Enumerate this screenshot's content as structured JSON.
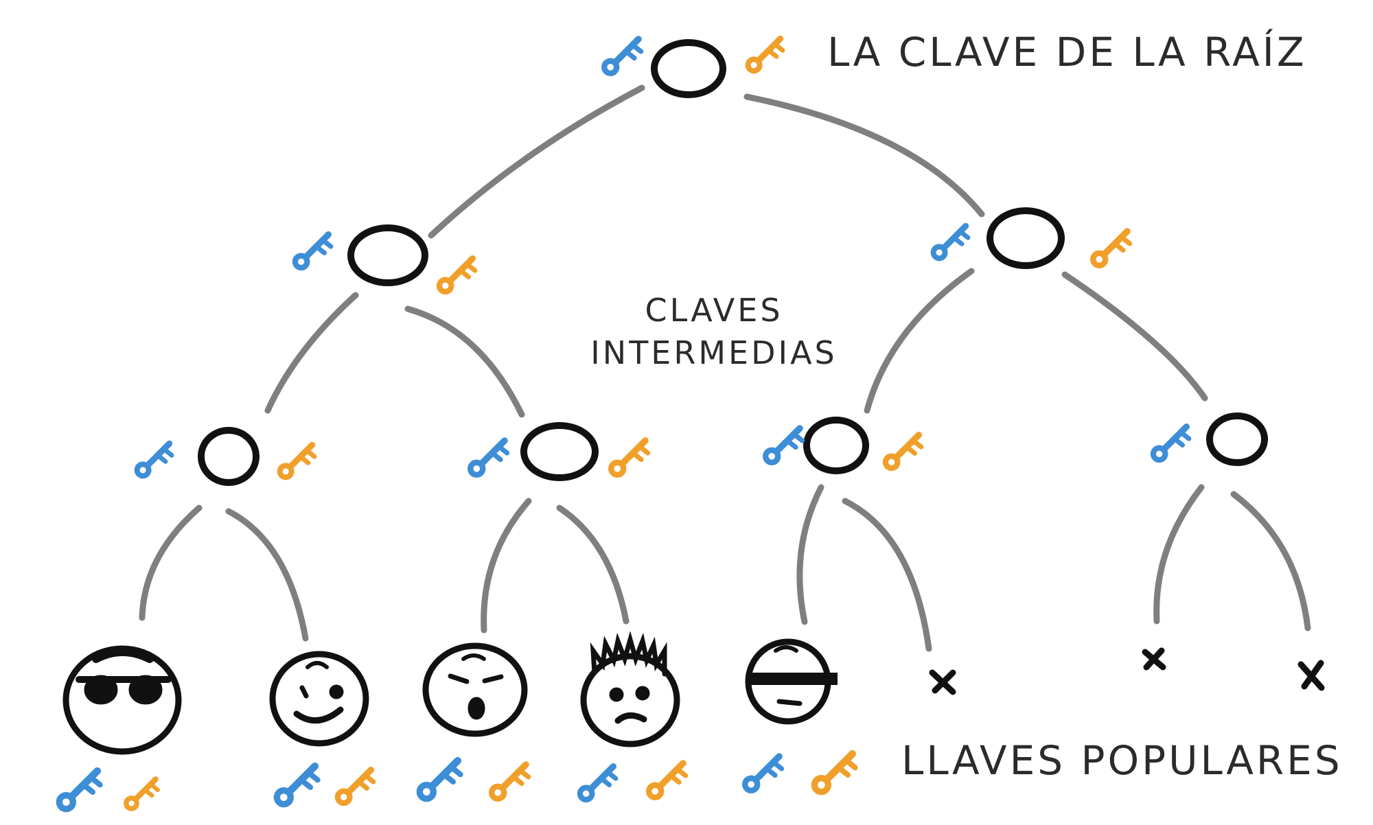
{
  "labels": {
    "root": "LA CLAVE DE LA RAÍZ",
    "intermediate_line1": "CLAVES",
    "intermediate_line2": "INTERMEDIAS",
    "leaves": "LLAVES POPULARES"
  },
  "colors": {
    "line": "#7f7f7f",
    "node": "#111111",
    "key_blue": "#3d8ed6",
    "key_orange": "#f0a02a",
    "text": "#2b2b2b"
  },
  "icons": {
    "node": "circle-node",
    "key_blue": "blue-key-icon",
    "key_orange": "orange-key-icon",
    "empty": "x-mark-icon"
  },
  "faces": [
    "sunglasses-face",
    "winking-smile-face",
    "shouting-face",
    "spiky-hair-frown-face",
    "masked-face"
  ]
}
